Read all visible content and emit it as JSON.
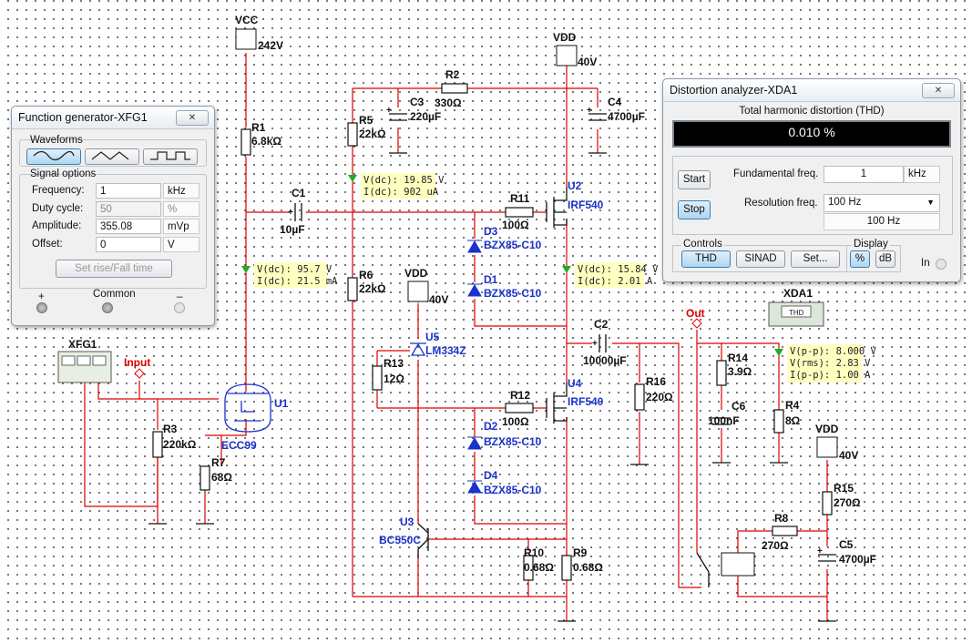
{
  "labels": {
    "vcc": "VCC",
    "vcc_v": "242V",
    "vdd_top": "VDD",
    "vdd_top_v": "40V",
    "vdd_mid": "VDD",
    "vdd_mid_v": "40V",
    "vdd_right": "VDD",
    "vdd_right_v": "40V",
    "r1": "R1",
    "r1_v": "6.8kΩ",
    "r2": "R2",
    "r2_v": "330Ω",
    "r3": "R3",
    "r3_v": "220kΩ",
    "r4": "R4",
    "r4_v": "8Ω",
    "r5": "R5",
    "r5_v": "22kΩ",
    "r6": "R6",
    "r6_v": "22kΩ",
    "r7": "R7",
    "r7_v": "68Ω",
    "r8": "R8",
    "r8_v": "270Ω",
    "r9": "R9",
    "r9_v": "0.68Ω",
    "r10": "R10",
    "r10_v": "0.68Ω",
    "r11": "R11",
    "r11_v": "100Ω",
    "r12": "R12",
    "r12_v": "100Ω",
    "r13": "R13",
    "r13_v": "12Ω",
    "r14": "R14",
    "r14_v": "3.9Ω",
    "r15": "R15",
    "r15_v": "270Ω",
    "r16": "R16",
    "r16_v": "220Ω",
    "c1": "C1",
    "c1_v": "10µF",
    "c2": "C2",
    "c2_v": "10000µF",
    "c3": "C3",
    "c3_v": "220µF",
    "c4": "C4",
    "c4_v": "4700µF",
    "c5": "C5",
    "c5_v": "4700µF",
    "c6": "C6",
    "c6_v": "100nF",
    "u1": "U1",
    "u1_part": "ECC99",
    "u2": "U2",
    "u2_part": "IRF540",
    "u3": "U3",
    "u3_part": "BC550C",
    "u4": "U4",
    "u4_part": "IRF540",
    "u5": "U5",
    "u5_part": "LM334Z",
    "d1": "D1",
    "d1_part": "BZX85-C10",
    "d2": "D2",
    "d2_part": "BZX85-C10",
    "d3": "D3",
    "d3_part": "BZX85-C10",
    "d4": "D4",
    "d4_part": "BZX85-C10",
    "xfg1": "XFG1",
    "xda1": "XDA1",
    "xda1_chip": "THD",
    "input": "Input",
    "out": "Out"
  },
  "probes": {
    "p1": [
      "V(dc): 19.85 V",
      "I(dc): 902 uA"
    ],
    "p2": [
      "V(dc): 95.7 V",
      "I(dc): 21.5 mA"
    ],
    "p3": [
      "V(dc): 15.84 V",
      "I(dc): 2.01 A"
    ],
    "p4": [
      "V(p-p): 8.000 V",
      "V(rms): 2.83 V",
      "I(p-p): 1.00 A"
    ]
  },
  "function_generator": {
    "title": "Function generator-XFG1",
    "close": "✕",
    "waveforms_label": "Waveforms",
    "signal_options_label": "Signal options",
    "frequency_label": "Frequency:",
    "frequency_value": "1",
    "frequency_unit": "kHz",
    "duty_label": "Duty cycle:",
    "duty_value": "50",
    "duty_unit": "%",
    "amplitude_label": "Amplitude:",
    "amplitude_value": "355.08",
    "amplitude_unit": "mVp",
    "offset_label": "Offset:",
    "offset_value": "0",
    "offset_unit": "V",
    "rise_fall_button": "Set rise/Fall time",
    "plus": "+",
    "common": "Common",
    "minus": "_"
  },
  "distortion_analyzer": {
    "title": "Distortion analyzer-XDA1",
    "close": "✕",
    "thd_header": "Total harmonic distortion (THD)",
    "reading": "0.010 %",
    "start": "Start",
    "stop": "Stop",
    "fund_label": "Fundamental freq.",
    "fund_value": "1",
    "fund_unit": "kHz",
    "res_label": "Resolution freq.",
    "res_value": "100 Hz",
    "res_readout": "100 Hz",
    "controls_label": "Controls",
    "thd_btn": "THD",
    "sinad_btn": "SINAD",
    "set_btn": "Set...",
    "display_label": "Display",
    "pct_btn": "%",
    "db_btn": "dB",
    "in_label": "In"
  },
  "colors": {
    "wire": "#dd0000",
    "part": "#1a33cc",
    "probe_bg": "#ffffc0",
    "active_btn": "#aed7f1"
  }
}
